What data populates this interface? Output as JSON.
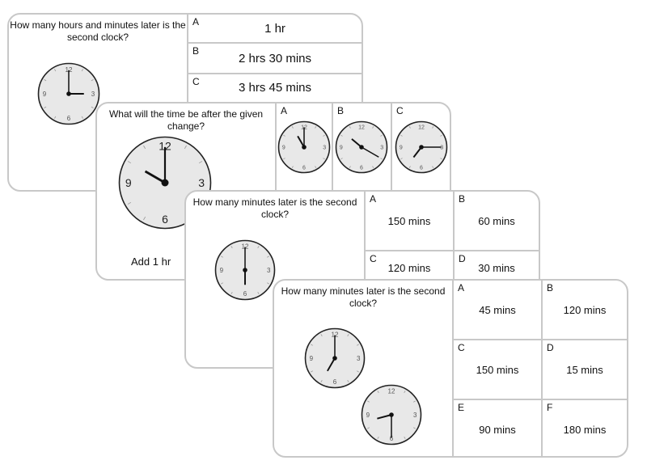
{
  "cards": [
    {
      "question": "How many hours and minutes later is the second clock?",
      "clocks": [
        {
          "h": 3,
          "m": 0
        }
      ],
      "answers": [
        {
          "letter": "A",
          "text": "1 hr"
        },
        {
          "letter": "B",
          "text": "2 hrs 30 mins"
        },
        {
          "letter": "C",
          "text": "3 hrs 45 mins"
        }
      ]
    },
    {
      "question": "What will the time be after the given change?",
      "clocks": [
        {
          "h": 10,
          "m": 0
        }
      ],
      "note": "Add 1 hr",
      "answers": [
        {
          "letter": "A",
          "clock": {
            "h": 11,
            "m": 0
          }
        },
        {
          "letter": "B",
          "clock": {
            "h": 10,
            "m": 20
          }
        },
        {
          "letter": "C",
          "clock": {
            "h": 7,
            "m": 15
          }
        }
      ]
    },
    {
      "question": "How many minutes later is the second clock?",
      "clocks": [
        {
          "h": 6,
          "m": 0
        }
      ],
      "answers": [
        {
          "letter": "A",
          "text": "150 mins"
        },
        {
          "letter": "B",
          "text": "60 mins"
        },
        {
          "letter": "C",
          "text": "120 mins"
        },
        {
          "letter": "D",
          "text": "30 mins"
        }
      ]
    },
    {
      "question": "How many minutes later is the second clock?",
      "clocks": [
        {
          "h": 7,
          "m": 0
        },
        {
          "h": 8,
          "m": 30
        }
      ],
      "answers": [
        {
          "letter": "A",
          "text": "45 mins"
        },
        {
          "letter": "B",
          "text": "120 mins"
        },
        {
          "letter": "C",
          "text": "150 mins"
        },
        {
          "letter": "D",
          "text": "15 mins"
        },
        {
          "letter": "E",
          "text": "90 mins"
        },
        {
          "letter": "F",
          "text": "180 mins"
        }
      ]
    }
  ],
  "colors": {
    "border": "#c8c8c8",
    "clock_face": "#e8e8e8"
  }
}
